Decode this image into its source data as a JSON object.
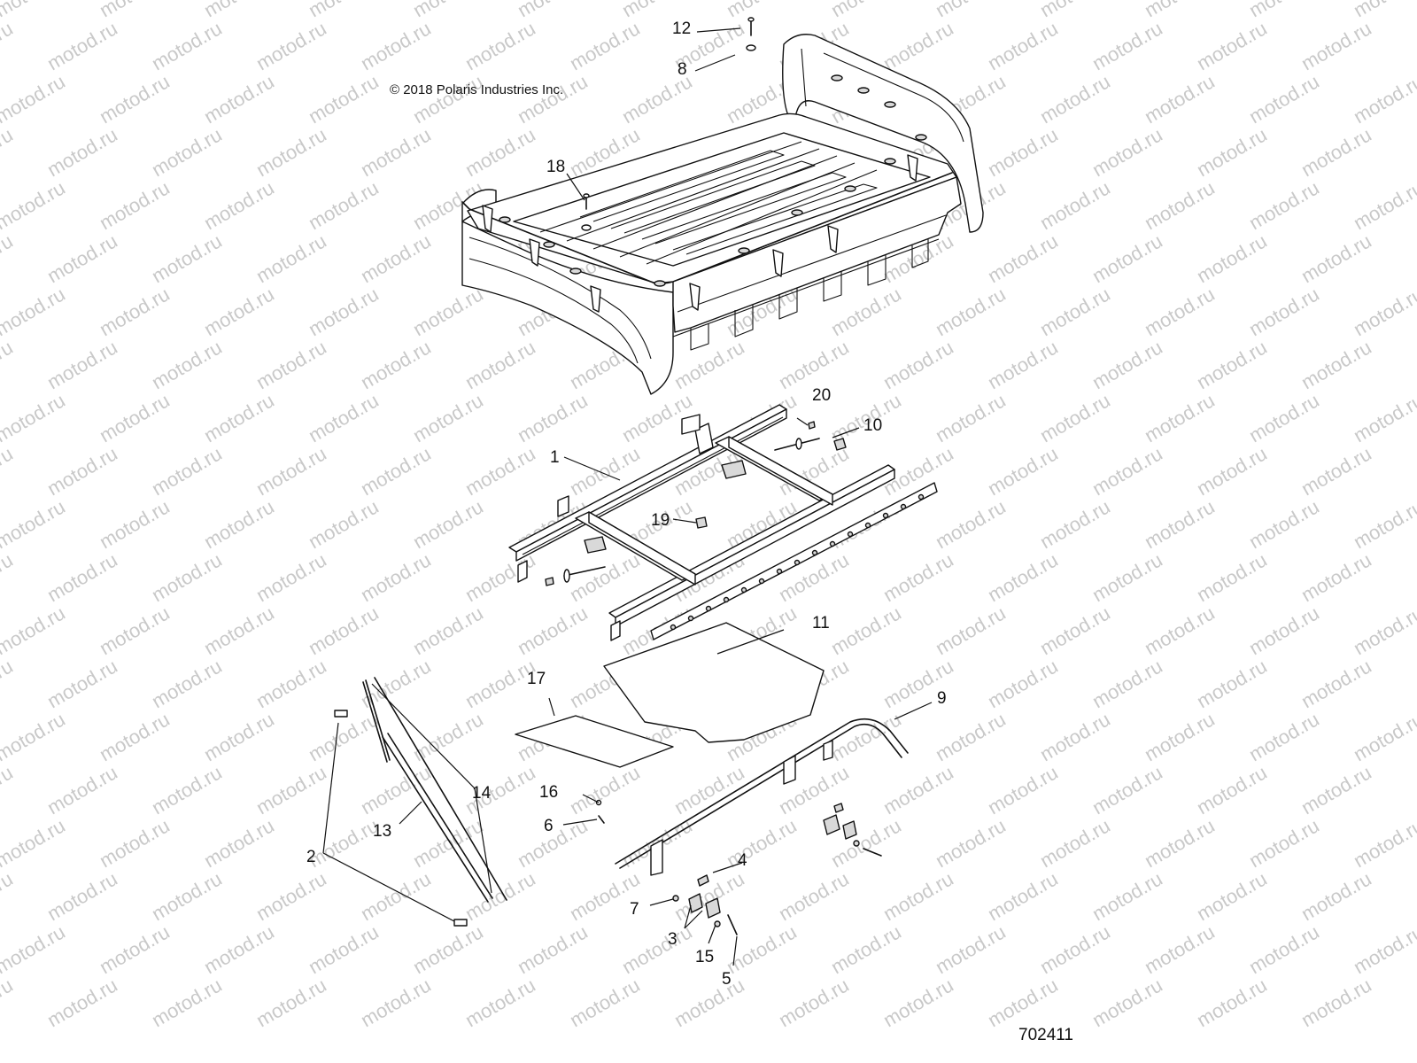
{
  "watermark": "motod.ru",
  "copyright": "© 2018  Polaris Industries Inc.",
  "figure_number": "702411",
  "callouts": {
    "c1": "1",
    "c2": "2",
    "c3": "3",
    "c4": "4",
    "c5": "5",
    "c6": "6",
    "c7": "7",
    "c8": "8",
    "c9": "9",
    "c10": "10",
    "c11": "11",
    "c12": "12",
    "c13": "13",
    "c14": "14",
    "c15": "15",
    "c16": "16",
    "c17": "17",
    "c18": "18",
    "c19": "19",
    "c20": "20"
  }
}
